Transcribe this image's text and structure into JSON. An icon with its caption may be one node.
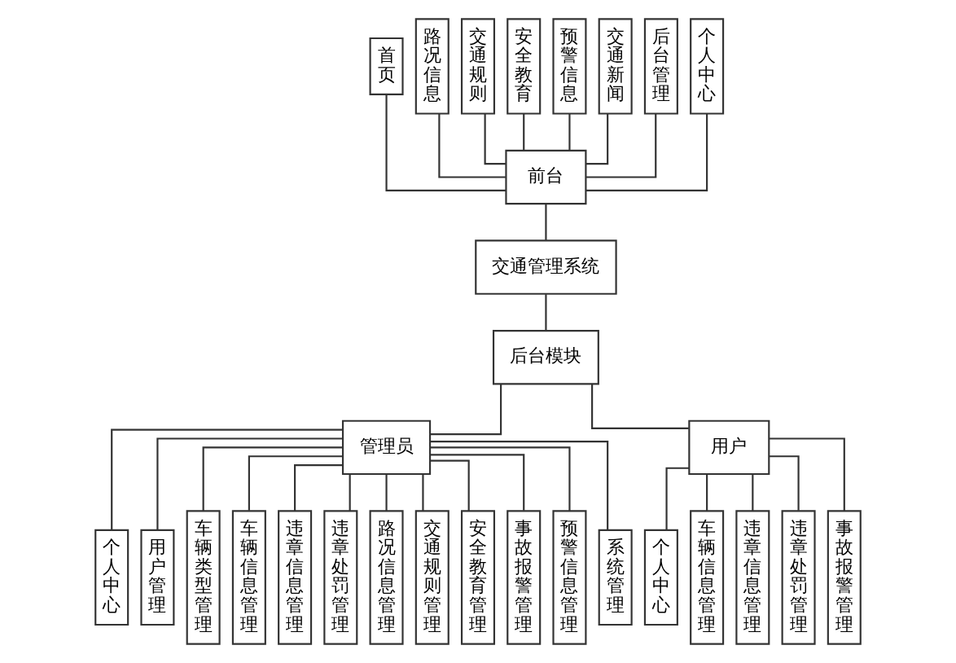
{
  "diagram": {
    "nodes": [
      {
        "text": [
          "首页"
        ]
      },
      {
        "text": [
          "路况信息"
        ]
      },
      {
        "text": [
          "交通规则"
        ]
      },
      {
        "text": [
          "安全教育"
        ]
      },
      {
        "text": [
          "预警信息"
        ]
      },
      {
        "text": [
          "交通新闻"
        ]
      },
      {
        "text": [
          "后台管理"
        ]
      },
      {
        "text": [
          "个人中心"
        ]
      },
      {
        "text": [
          "前台"
        ]
      },
      {
        "text": [
          "交通管理系统"
        ]
      },
      {
        "text": [
          "后台模块"
        ]
      },
      {
        "text": [
          "管理员"
        ]
      },
      {
        "text": [
          "用户"
        ]
      },
      {
        "text": [
          "个人中心"
        ]
      },
      {
        "text": [
          "用户管理"
        ]
      },
      {
        "text": [
          "车辆类型管理"
        ]
      },
      {
        "text": [
          "车辆信息管理"
        ]
      },
      {
        "text": [
          "违章信息管理"
        ]
      },
      {
        "text": [
          "违章处罚管理"
        ]
      },
      {
        "text": [
          "路况信息管理"
        ]
      },
      {
        "text": [
          "交通规则管理"
        ]
      },
      {
        "text": [
          "安全教育管理"
        ]
      },
      {
        "text": [
          "事故报警管理"
        ]
      },
      {
        "text": [
          "预警信息管理"
        ]
      },
      {
        "text": [
          "系统管理"
        ]
      },
      {
        "text": [
          "个人中心"
        ]
      },
      {
        "text": [
          "车辆信息管理"
        ]
      },
      {
        "text": [
          "违章信息管理"
        ]
      },
      {
        "text": [
          "违章处罚管理"
        ]
      },
      {
        "text": [
          "事故报警管理"
        ]
      }
    ],
    "edges": [
      {
        "from": 0,
        "to": 8,
        "arrow": "none"
      },
      {
        "from": 1,
        "to": 8,
        "arrow": "none"
      },
      {
        "from": 2,
        "to": 8,
        "arrow": "none"
      },
      {
        "from": 3,
        "to": 8,
        "arrow": "none"
      },
      {
        "from": 4,
        "to": 8,
        "arrow": "none"
      },
      {
        "from": 5,
        "to": 8,
        "arrow": "none"
      },
      {
        "from": 6,
        "to": 8,
        "arrow": "none"
      },
      {
        "from": 7,
        "to": 8,
        "arrow": "none"
      },
      {
        "from": 8,
        "to": 9,
        "arrow": "none"
      },
      {
        "from": 9,
        "to": 10,
        "arrow": "none"
      },
      {
        "from": 10,
        "to": 11,
        "arrow": "none"
      },
      {
        "from": 10,
        "to": 12,
        "arrow": "none"
      },
      {
        "from": 11,
        "to": 13,
        "arrow": "none"
      },
      {
        "from": 11,
        "to": 14,
        "arrow": "none"
      },
      {
        "from": 11,
        "to": 15,
        "arrow": "none"
      },
      {
        "from": 11,
        "to": 16,
        "arrow": "none"
      },
      {
        "from": 11,
        "to": 17,
        "arrow": "none"
      },
      {
        "from": 11,
        "to": 18,
        "arrow": "none"
      },
      {
        "from": 11,
        "to": 19,
        "arrow": "none"
      },
      {
        "from": 11,
        "to": 20,
        "arrow": "none"
      },
      {
        "from": 11,
        "to": 21,
        "arrow": "none"
      },
      {
        "from": 11,
        "to": 22,
        "arrow": "none"
      },
      {
        "from": 11,
        "to": 23,
        "arrow": "none"
      },
      {
        "from": 11,
        "to": 24,
        "arrow": "none"
      },
      {
        "from": 12,
        "to": 25,
        "arrow": "none"
      },
      {
        "from": 12,
        "to": 26,
        "arrow": "none"
      },
      {
        "from": 12,
        "to": 27,
        "arrow": "none"
      },
      {
        "from": 12,
        "to": 28,
        "arrow": "none"
      },
      {
        "from": 12,
        "to": 29,
        "arrow": "none"
      }
    ]
  }
}
